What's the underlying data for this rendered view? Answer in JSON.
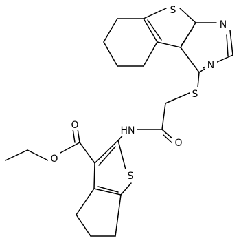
{
  "molecule": {
    "atoms": {
      "s_thiophene_top": "S",
      "n_pyrimidine_top": "N",
      "n_pyrimidine_bottom": "N",
      "s_thioether": "S",
      "o_amide": "O",
      "n_amide": "HN",
      "o_ester_carbonyl": "O",
      "o_ester_ether": "O",
      "s_thiophene_bottom": "S"
    }
  }
}
